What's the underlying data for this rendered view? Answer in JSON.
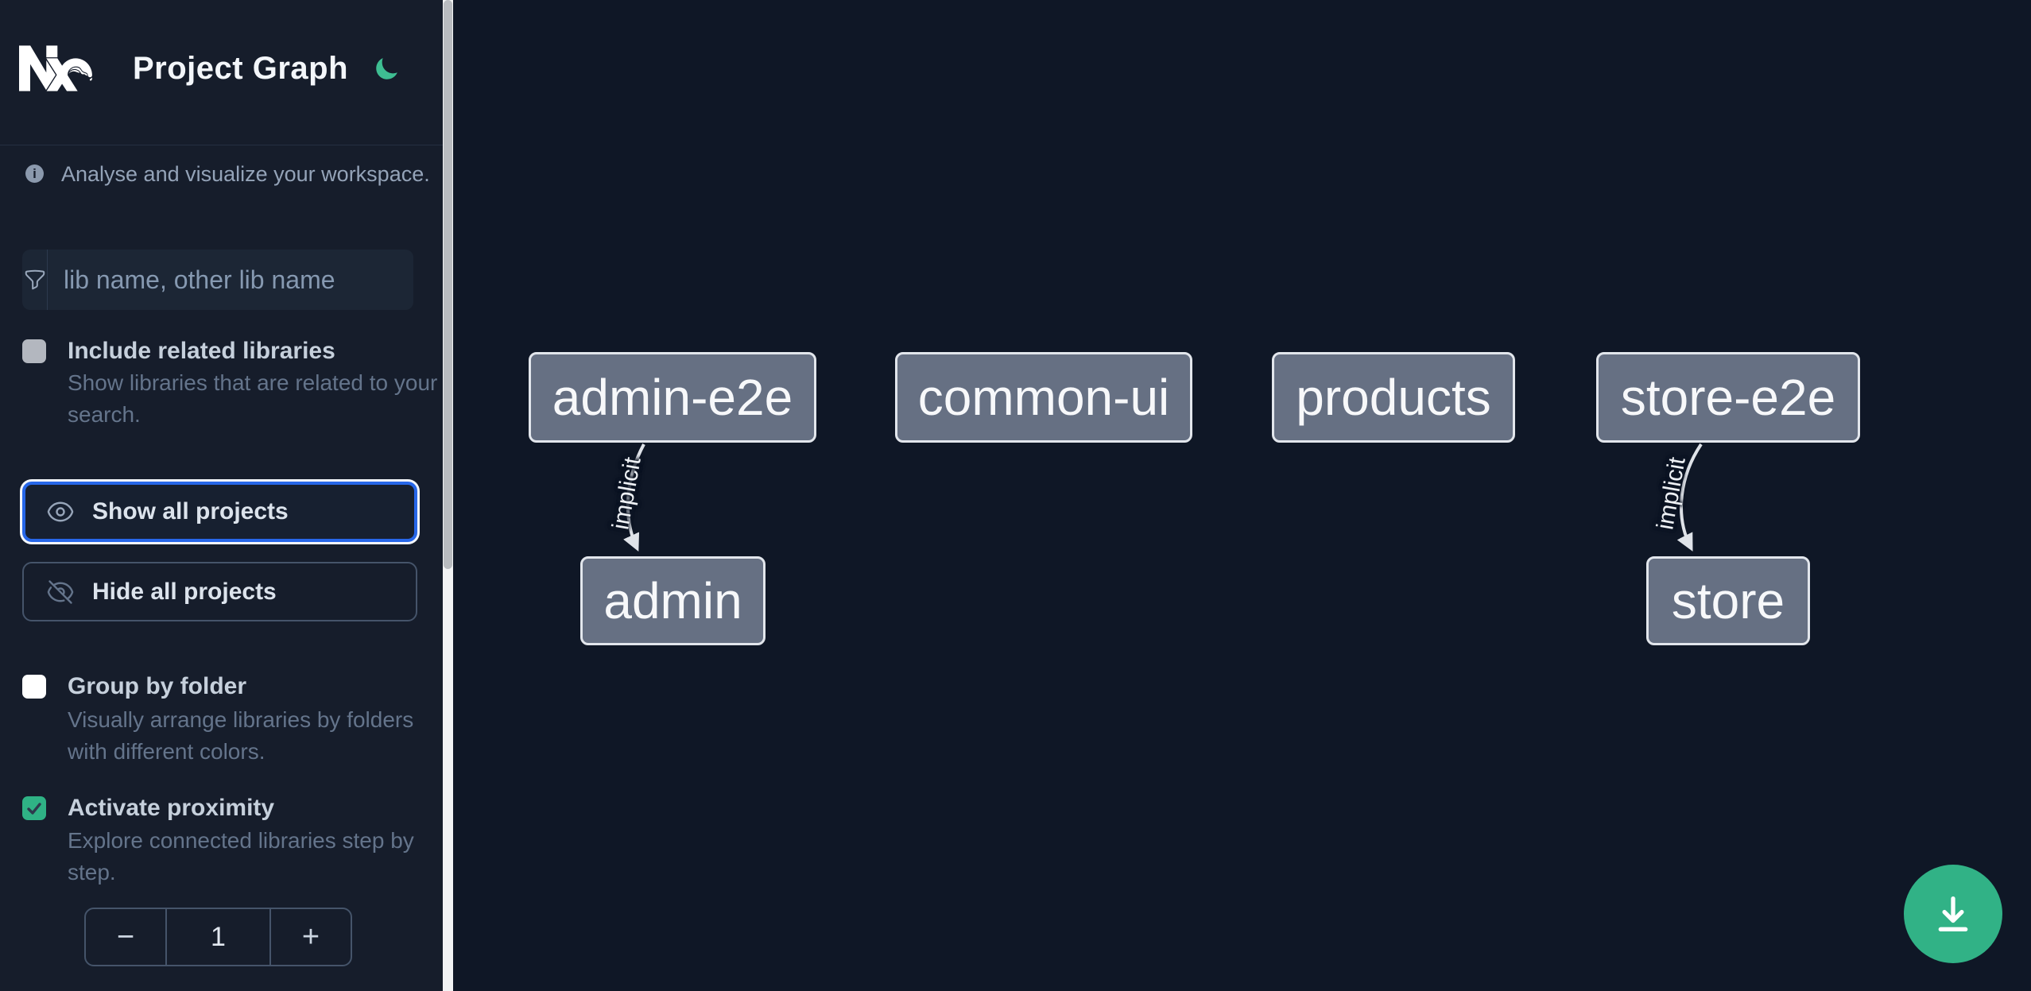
{
  "app": {
    "title": "Project Graph",
    "brand": "Nx"
  },
  "sidebar": {
    "tagline": "Analyse and visualize your workspace.",
    "search": {
      "placeholder": "lib name, other lib name",
      "value": ""
    },
    "include_related": {
      "label": "Include related libraries",
      "description": "Show libraries that are related to your search.",
      "checked": false
    },
    "show_all": {
      "label": "Show all projects",
      "focused": true
    },
    "hide_all": {
      "label": "Hide all projects"
    },
    "group_by_folder": {
      "label": "Group by folder",
      "description": "Visually arrange libraries by folders with different colors.",
      "checked": false
    },
    "activate_proximity": {
      "label": "Activate proximity",
      "description": "Explore connected libraries step by step.",
      "checked": true
    },
    "stepper": {
      "decrement": "−",
      "value": "1",
      "increment": "+"
    }
  },
  "graph": {
    "nodes": [
      {
        "id": "admin-e2e",
        "label": "admin-e2e"
      },
      {
        "id": "common-ui",
        "label": "common-ui"
      },
      {
        "id": "products",
        "label": "products"
      },
      {
        "id": "store-e2e",
        "label": "store-e2e"
      },
      {
        "id": "admin",
        "label": "admin"
      },
      {
        "id": "store",
        "label": "store"
      }
    ],
    "edges": [
      {
        "source": "admin-e2e",
        "target": "admin",
        "label": "implicit"
      },
      {
        "source": "store-e2e",
        "target": "store",
        "label": "implicit"
      }
    ]
  },
  "colors": {
    "accent_green": "#31b286",
    "focus_blue": "#2767e9",
    "node_fill": "#667083",
    "node_border": "#e2e6ec",
    "sidebar_bg": "#161d2b",
    "canvas_bg": "#0f1726"
  }
}
